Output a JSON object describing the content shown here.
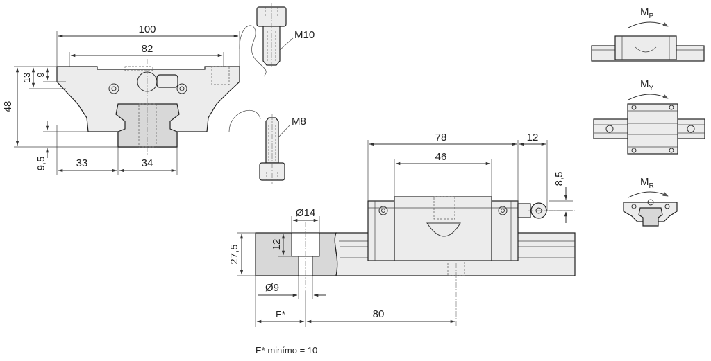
{
  "front_view": {
    "dim_width_total": "100",
    "dim_width_inner": "82",
    "dim_height_total": "48",
    "dim_13": "13",
    "dim_9": "9",
    "dim_9_5": "9,5",
    "dim_33": "33",
    "dim_34": "34"
  },
  "screws": {
    "top_label": "M10",
    "bottom_label": "M8"
  },
  "side_view": {
    "dim_78": "78",
    "dim_12": "12",
    "dim_46": "46",
    "dim_8_5": "8,5",
    "dim_d14": "Ø14",
    "dim_12_v": "12",
    "dim_27_5": "27,5",
    "dim_d9": "Ø9",
    "dim_e": "E*",
    "dim_80": "80"
  },
  "moments": {
    "mp_base": "M",
    "mp_sub": "P",
    "my_base": "M",
    "my_sub": "Y",
    "mr_base": "M",
    "mr_sub": "R"
  },
  "footnote": "E* minímo = 10"
}
